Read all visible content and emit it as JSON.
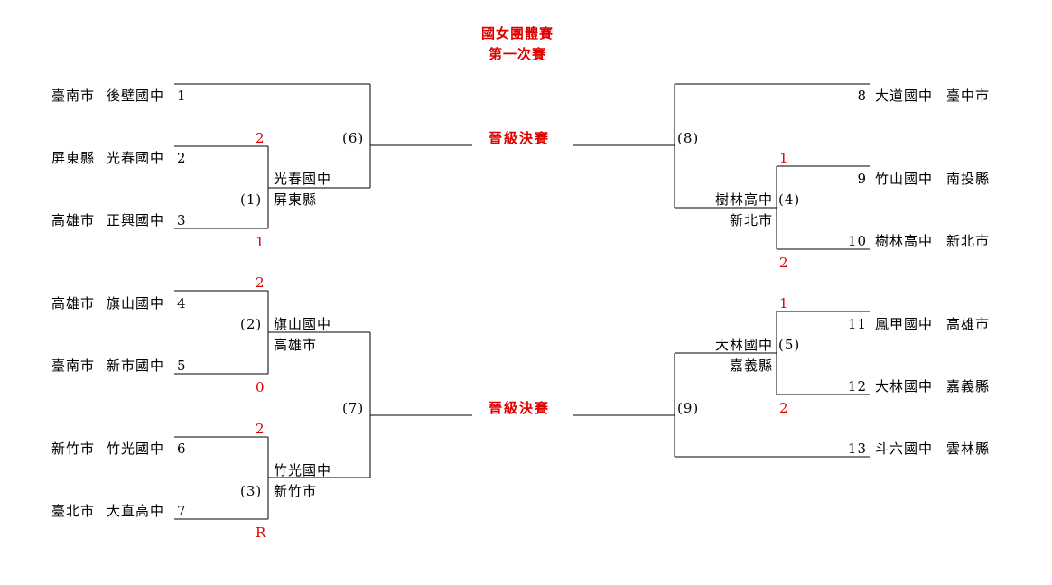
{
  "title": {
    "line1": "國女團體賽",
    "line2": "第一次賽"
  },
  "final_label_top": "晉級決賽",
  "final_label_bottom": "晉級決賽",
  "colors": {
    "line": "#000000",
    "score": "#e00000",
    "title": "#e00000"
  },
  "left_entries": [
    {
      "seed": "1",
      "city": "臺南市",
      "school": "後壁國中"
    },
    {
      "seed": "2",
      "city": "屏東縣",
      "school": "光春國中"
    },
    {
      "seed": "3",
      "city": "高雄市",
      "school": "正興國中"
    },
    {
      "seed": "4",
      "city": "高雄市",
      "school": "旗山國中"
    },
    {
      "seed": "5",
      "city": "臺南市",
      "school": "新市國中"
    },
    {
      "seed": "6",
      "city": "新竹市",
      "school": "竹光國中"
    },
    {
      "seed": "7",
      "city": "臺北市",
      "school": "大直高中"
    }
  ],
  "right_entries": [
    {
      "seed": "8",
      "school": "大道國中",
      "city": "臺中市"
    },
    {
      "seed": "9",
      "school": "竹山國中",
      "city": "南投縣"
    },
    {
      "seed": "10",
      "school": "樹林高中",
      "city": "新北市"
    },
    {
      "seed": "11",
      "school": "鳳甲國中",
      "city": "高雄市"
    },
    {
      "seed": "12",
      "school": "大林國中",
      "city": "嘉義縣"
    },
    {
      "seed": "13",
      "school": "斗六國中",
      "city": "雲林縣"
    }
  ],
  "matches": {
    "m1": {
      "label": "(1)",
      "winner_school": "光春國中",
      "winner_city": "屏東縣",
      "score_top": "2",
      "score_bottom": "1"
    },
    "m2": {
      "label": "(2)",
      "winner_school": "旗山國中",
      "winner_city": "高雄市",
      "score_top": "2",
      "score_bottom": "0"
    },
    "m3": {
      "label": "(3)",
      "winner_school": "竹光國中",
      "winner_city": "新竹市",
      "score_top": "2",
      "score_bottom": "R"
    },
    "m4": {
      "label": "(4)",
      "winner_school": "樹林高中",
      "winner_city": "新北市",
      "score_top": "1",
      "score_bottom": "2"
    },
    "m5": {
      "label": "(5)",
      "winner_school": "大林國中",
      "winner_city": "嘉義縣",
      "score_top": "1",
      "score_bottom": "2"
    },
    "m6": {
      "label": "(6)"
    },
    "m7": {
      "label": "(7)"
    },
    "m8": {
      "label": "(8)"
    },
    "m9": {
      "label": "(9)"
    }
  }
}
